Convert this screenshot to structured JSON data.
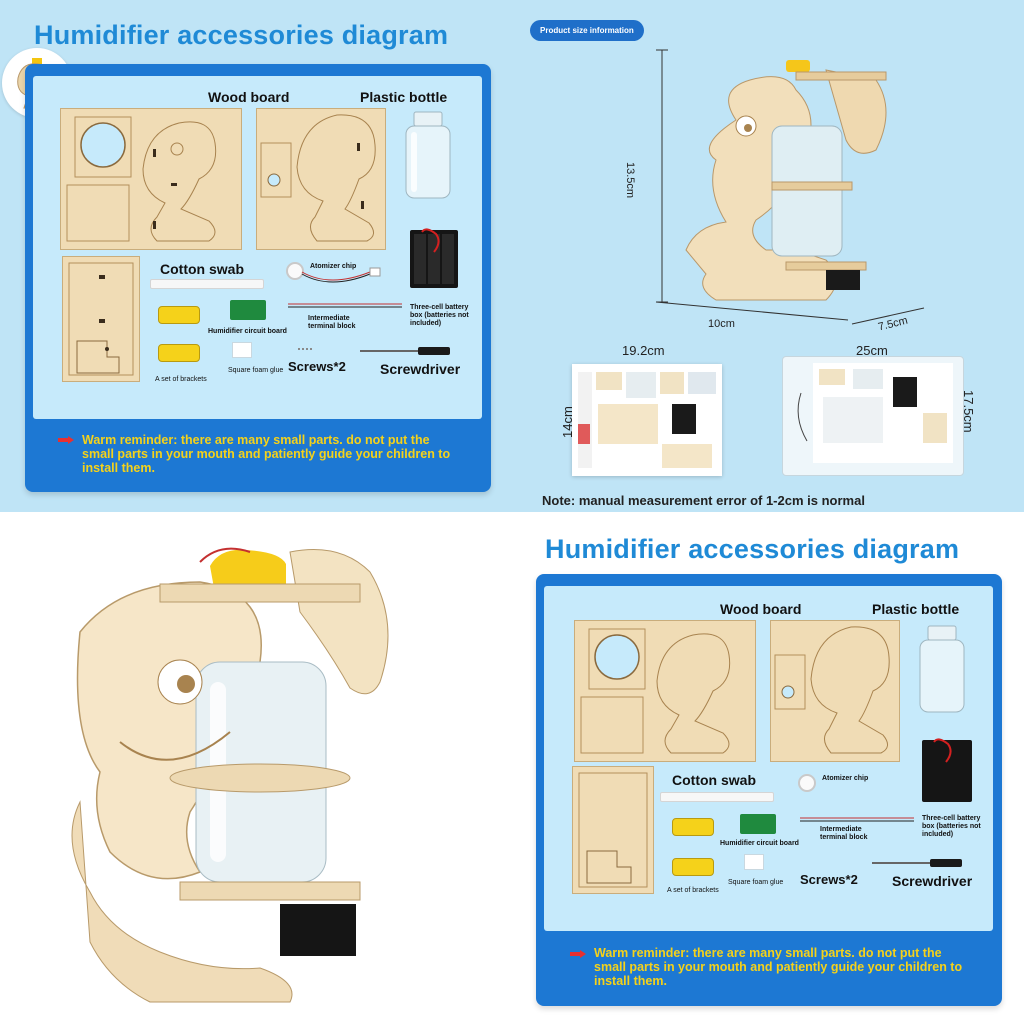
{
  "accessories": {
    "title": "Humidifier accessories diagram",
    "labels": {
      "wood_board": "Wood board",
      "plastic_bottle": "Plastic bottle",
      "cotton_swab": "Cotton swab",
      "atomizer_chip": "Atomizer chip",
      "circuit_board": "Humidifier circuit board",
      "terminal_block": "Intermediate terminal block",
      "battery_box": "Three-cell battery box (batteries not included)",
      "brackets": "A set of brackets",
      "foam_glue": "Square foam glue",
      "screws": "Screws*2",
      "screwdriver": "Screwdriver"
    },
    "reminder": "Warm reminder: there are many small parts. do not put the small parts in your mouth and patiently guide your children to install them."
  },
  "size_info": {
    "badge": "Product size information",
    "height": "13.5cm",
    "width": "10cm",
    "depth": "7.5cm",
    "manual_width": "19.2cm",
    "manual_height": "14cm",
    "bag_width": "25cm",
    "bag_height": "17.5cm",
    "note": "Note: manual measurement error of 1-2cm is normal"
  },
  "colors": {
    "title_blue": "#1f8ad6",
    "card_blue": "#1d78d3",
    "panel_light": "#c6eafb",
    "page_bg": "#bfe4f6",
    "reminder_yellow": "#f5d21a",
    "wood": "#f0dcb5"
  }
}
